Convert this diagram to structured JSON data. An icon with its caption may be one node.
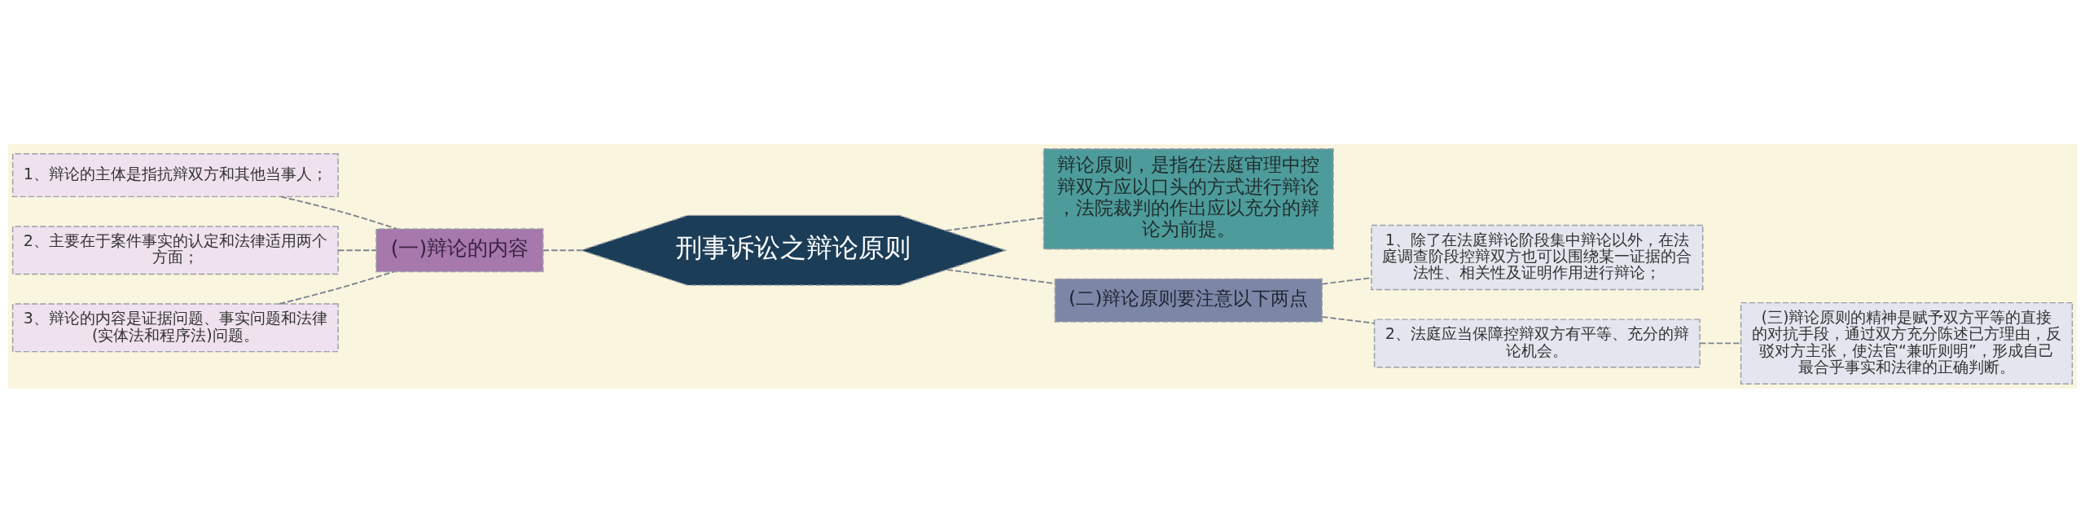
{
  "diagram": {
    "nodes": [
      {
        "text": [
          "刑事诉讼之辩论原则"
        ]
      },
      {
        "text": [
          "(一)辩论的内容"
        ]
      },
      {
        "text": [
          "1、辩论的主体是指抗辩双方和其他当事人；"
        ]
      },
      {
        "text": [
          "2、主要在于案件事实的认定和法律适用两个方面；"
        ]
      },
      {
        "text": [
          "3、辩论的内容是证据问题、事实问题和法律(实体法和程序法)问题。"
        ]
      },
      {
        "text": [
          "辩论原则，是指在法庭审理中控辩双方应以口头的方式进行辩论，法院裁判的作出应以充分的辩论为前提。"
        ]
      },
      {
        "text": [
          "(二)辩论原则要注意以下两点"
        ]
      },
      {
        "text": [
          "1、除了在法庭辩论阶段集中辩论以外，在法庭调查阶段控辩双方也可以围绕某一证据的合法性、相关性及证明作用进行辩论；"
        ]
      },
      {
        "text": [
          "2、法庭应当保障控辩双方有平等、充分的辩论机会。"
        ]
      },
      {
        "text": [
          "(三)辩论原则的精神是赋予双方平等的直接的对抗手段，通过双方充分陈述已方理由，反驳对方主张，使法官“兼听则明”，形成自己最合乎事实和法律的正确判断。"
        ]
      }
    ],
    "edges": [
      {
        "from": 0,
        "to": 1,
        "arrow": "none",
        "style": "dashed"
      },
      {
        "from": 1,
        "to": 2,
        "arrow": "none",
        "style": "dashed"
      },
      {
        "from": 1,
        "to": 3,
        "arrow": "none",
        "style": "dashed"
      },
      {
        "from": 1,
        "to": 4,
        "arrow": "none",
        "style": "dashed"
      },
      {
        "from": 0,
        "to": 5,
        "arrow": "none",
        "style": "dashed"
      },
      {
        "from": 0,
        "to": 6,
        "arrow": "none",
        "style": "dashed"
      },
      {
        "from": 6,
        "to": 7,
        "arrow": "none",
        "style": "dashed"
      },
      {
        "from": 6,
        "to": 8,
        "arrow": "none",
        "style": "dashed"
      },
      {
        "from": 8,
        "to": 9,
        "arrow": "none",
        "style": "dashed"
      }
    ]
  }
}
